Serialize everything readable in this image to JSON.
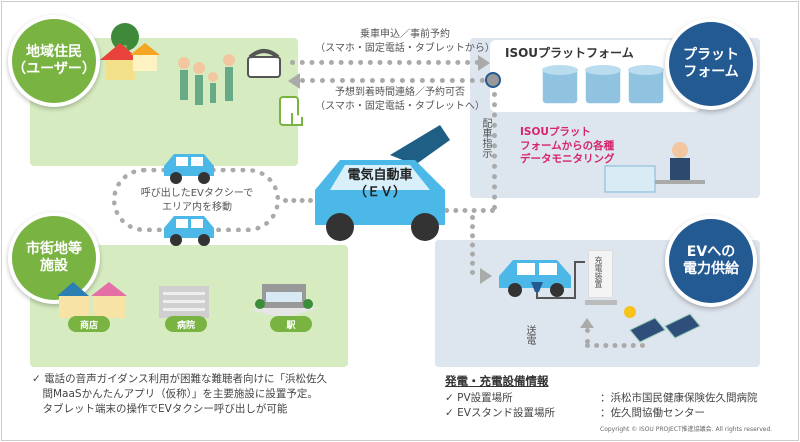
{
  "badges": {
    "residents": "地域住民\n（ユーザー）",
    "platform": "プラット\nフォーム",
    "facilities": "市街地等\n施設",
    "power": "EVへの\n電力供給"
  },
  "arrows": {
    "request_line1": "乗車申込／事前予約",
    "request_line2": "（スマホ・固定電話・タブレットから）",
    "reply_line1": "予想到着時間連絡／予約可否",
    "reply_line2": "（スマホ・固定電話・タブレットへ）",
    "dispatch": "配車指示",
    "transmission": "送電"
  },
  "platform": {
    "logo": "ISOUプラットフォーム",
    "monitoring": "ISOUプラット\nフォームからの各種\nデータモニタリング"
  },
  "ev": {
    "label_line1": "電気自動車",
    "label_line2": "（ＥＶ）"
  },
  "loop_text": "呼び出したEVタクシーで\nエリア内を移動",
  "facilities": [
    "商店",
    "病院",
    "駅"
  ],
  "charger_label": "充電装置",
  "notes": {
    "left": "✓ 電話の音声ガイダンス利用が困難な難聴者向けに「浜松佐久\n　間MaaSかんたんアプリ（仮称）」を主要施設に設置予定。\n　タブレット端末の操作でEVタクシー呼び出しが可能",
    "right_title": "発電・充電設備情報",
    "items": [
      {
        "label": "✓ PV設置場所",
        "value": "：浜松市国民健康保険佐久間病院"
      },
      {
        "label": "✓ EVスタンド設置場所",
        "value": "：佐久間協働センター"
      }
    ]
  },
  "copyright": "Copyright © ISOU PROJECT推進協議会. All rights reserved.",
  "colors": {
    "green": "#79b443",
    "navy": "#245a92",
    "pink": "#d6246e",
    "car": "#4cb8e8"
  }
}
